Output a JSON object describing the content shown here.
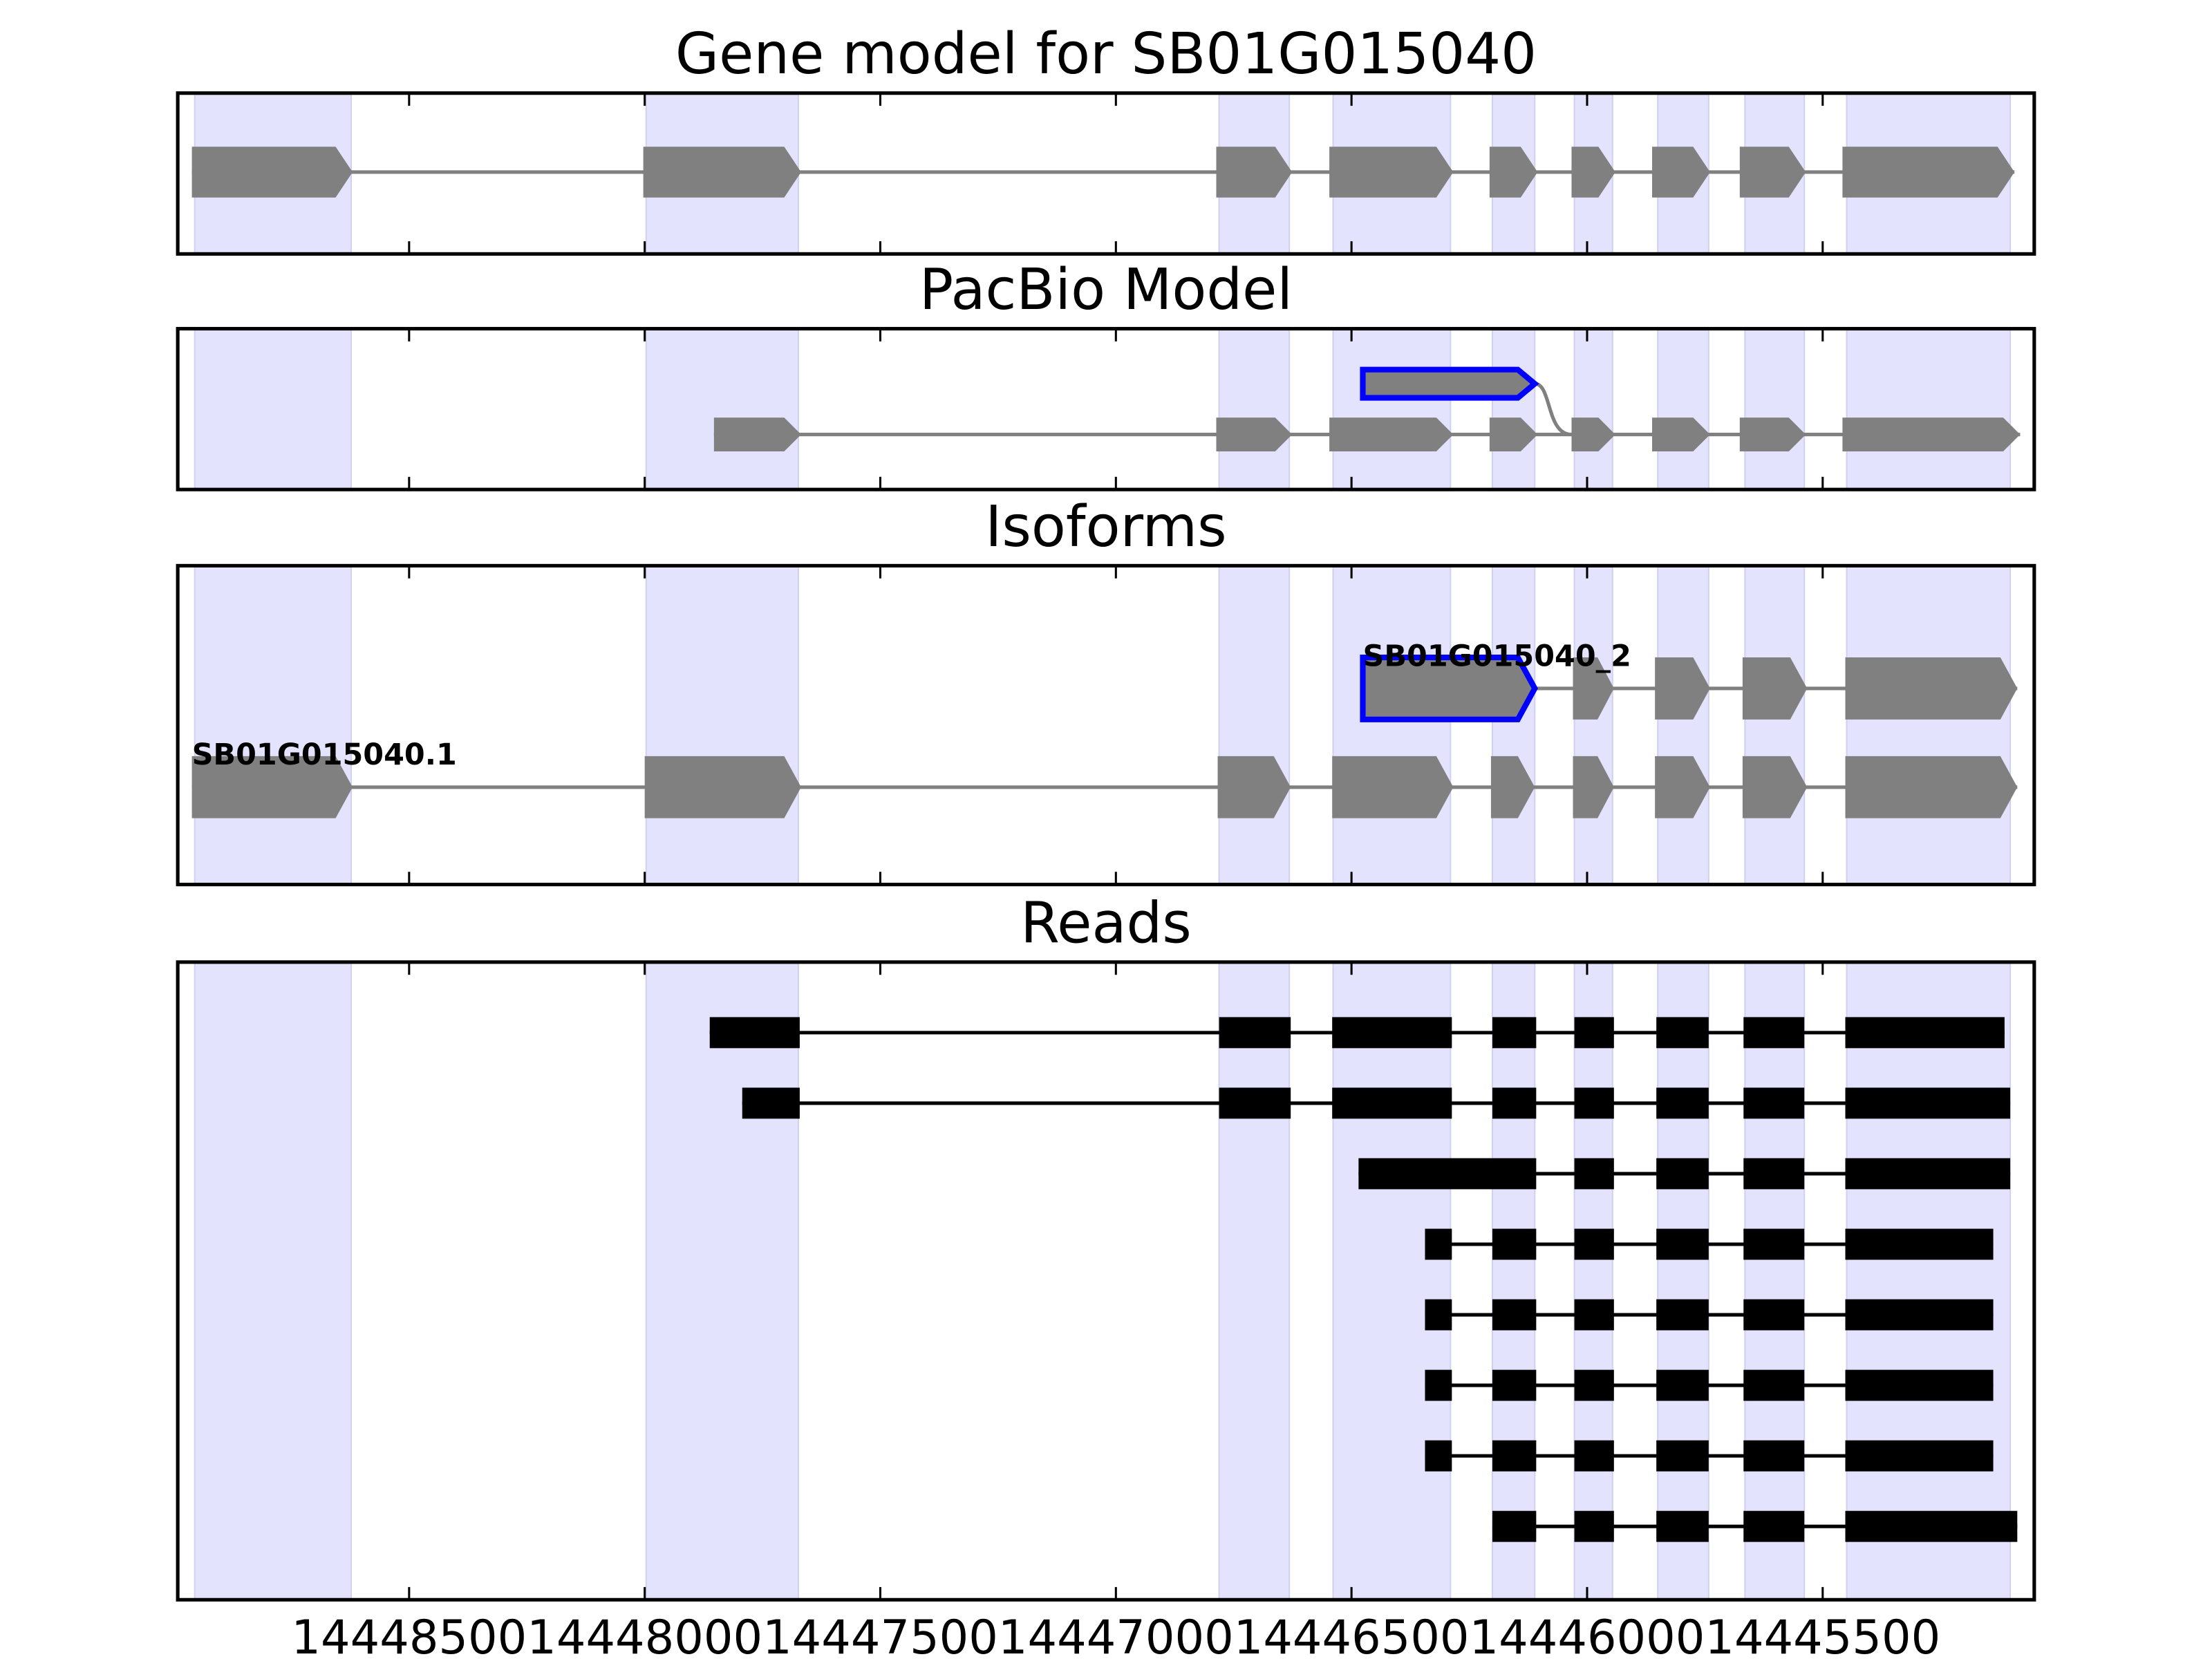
{
  "chart_data": {
    "type": "gene-track",
    "xaxis": {
      "range": [
        14448991,
        14445051
      ],
      "reversed": true,
      "ticks": [
        14448500,
        14448000,
        14447500,
        14447000,
        14446500,
        14446000,
        14445500
      ],
      "tick_labels": [
        "14448500",
        "14448000",
        "14447500",
        "14447000",
        "14446500",
        "14446000",
        "14445500"
      ]
    },
    "colors": {
      "shade": "#e3e3fd",
      "exon": "#808080",
      "highlight": "#0000ff",
      "read": "#000000"
    },
    "shaded_regions": [
      [
        14448955,
        14448623
      ],
      [
        14447997,
        14447674
      ],
      [
        14446781,
        14446632
      ],
      [
        14446539,
        14446290
      ],
      [
        14446201,
        14446111
      ],
      [
        14446027,
        14445946
      ],
      [
        14445850,
        14445742
      ],
      [
        14445665,
        14445539
      ],
      [
        14445449,
        14445102
      ]
    ],
    "panels": [
      {
        "title": "Gene model for SB01G015040",
        "tracks": [
          {
            "exons": [
              [
                14448961,
                14448620
              ],
              [
                14448003,
                14447668
              ],
              [
                14446787,
                14446626
              ],
              [
                14446547,
                14446284
              ],
              [
                14446207,
                14446105
              ],
              [
                14446033,
                14445940
              ],
              [
                14445862,
                14445739
              ],
              [
                14445676,
                14445536
              ],
              [
                14445458,
                14445093
              ]
            ]
          }
        ]
      },
      {
        "title": "PacBio Model",
        "tracks": [
          {
            "exons": [
              [
                14447853,
                14447668
              ],
              [
                14446787,
                14446626
              ],
              [
                14446547,
                14446284
              ],
              [
                14446207,
                14446105
              ],
              [
                14446033,
                14445940
              ],
              [
                14445862,
                14445739
              ],
              [
                14445676,
                14445536
              ],
              [
                14445458,
                14445081
              ]
            ]
          },
          {
            "highlight": true,
            "exons": [
              [
                14446476,
                14446111
              ]
            ],
            "joins_to": 14446033
          }
        ]
      },
      {
        "title": "Isoforms",
        "tracks": [
          {
            "label": "SB01G015040.1",
            "exons": [
              [
                14448961,
                14448620
              ],
              [
                14448000,
                14447668
              ],
              [
                14446784,
                14446629
              ],
              [
                14446541,
                14446284
              ],
              [
                14446204,
                14446111
              ],
              [
                14446030,
                14445943
              ],
              [
                14445856,
                14445739
              ],
              [
                14445670,
                14445533
              ],
              [
                14445452,
                14445087
              ]
            ]
          },
          {
            "label": "SB01G015040_2",
            "highlight": true,
            "exons": [
              [
                14446476,
                14446111
              ],
              [
                14446030,
                14445943
              ],
              [
                14445856,
                14445739
              ],
              [
                14445670,
                14445533
              ],
              [
                14445452,
                14445087
              ]
            ]
          }
        ]
      },
      {
        "title": "Reads",
        "reads": [
          [
            [
              14447862,
              14447671
            ],
            [
              14446781,
              14446629
            ],
            [
              14446541,
              14446287
            ],
            [
              14446201,
              14446108
            ],
            [
              14446027,
              14445943
            ],
            [
              14445853,
              14445742
            ],
            [
              14445668,
              14445539
            ],
            [
              14445452,
              14445114
            ]
          ],
          [
            [
              14447793,
              14447671
            ],
            [
              14446781,
              14446629
            ],
            [
              14446541,
              14446287
            ],
            [
              14446201,
              14446108
            ],
            [
              14446027,
              14445943
            ],
            [
              14445853,
              14445742
            ],
            [
              14445668,
              14445539
            ],
            [
              14445452,
              14445102
            ]
          ],
          [
            [
              14446485,
              14446108
            ],
            [
              14446027,
              14445943
            ],
            [
              14445853,
              14445742
            ],
            [
              14445668,
              14445539
            ],
            [
              14445452,
              14445102
            ]
          ],
          [
            [
              14446344,
              14446287
            ],
            [
              14446201,
              14446108
            ],
            [
              14446027,
              14445943
            ],
            [
              14445853,
              14445742
            ],
            [
              14445668,
              14445539
            ],
            [
              14445452,
              14445138
            ]
          ],
          [
            [
              14446344,
              14446287
            ],
            [
              14446201,
              14446108
            ],
            [
              14446027,
              14445943
            ],
            [
              14445853,
              14445742
            ],
            [
              14445668,
              14445539
            ],
            [
              14445452,
              14445138
            ]
          ],
          [
            [
              14446344,
              14446287
            ],
            [
              14446201,
              14446108
            ],
            [
              14446027,
              14445943
            ],
            [
              14445853,
              14445742
            ],
            [
              14445668,
              14445539
            ],
            [
              14445452,
              14445138
            ]
          ],
          [
            [
              14446344,
              14446287
            ],
            [
              14446201,
              14446108
            ],
            [
              14446027,
              14445943
            ],
            [
              14445853,
              14445742
            ],
            [
              14445668,
              14445539
            ],
            [
              14445452,
              14445138
            ]
          ],
          [
            [
              14446201,
              14446108
            ],
            [
              14446027,
              14445943
            ],
            [
              14445853,
              14445742
            ],
            [
              14445668,
              14445539
            ],
            [
              14445452,
              14445087
            ]
          ]
        ]
      }
    ]
  }
}
